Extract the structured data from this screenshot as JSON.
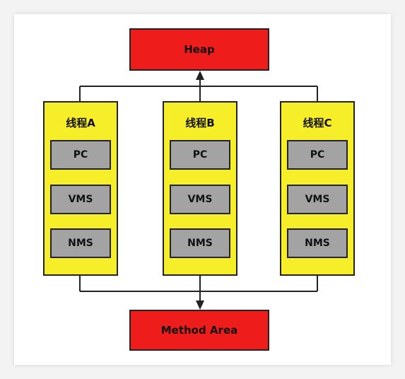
{
  "colors": {
    "area_fill": "#ef1c1c",
    "thread_fill": "#f7ee2a",
    "cell_fill": "#a3a3a3",
    "line": "#222222"
  },
  "heap": {
    "label": "Heap"
  },
  "method_area": {
    "label": "Method Area"
  },
  "threads": [
    {
      "title": "线程A",
      "cells": [
        "PC",
        "VMS",
        "NMS"
      ]
    },
    {
      "title": "线程B",
      "cells": [
        "PC",
        "VMS",
        "NMS"
      ]
    },
    {
      "title": "线程C",
      "cells": [
        "PC",
        "VMS",
        "NMS"
      ]
    }
  ]
}
